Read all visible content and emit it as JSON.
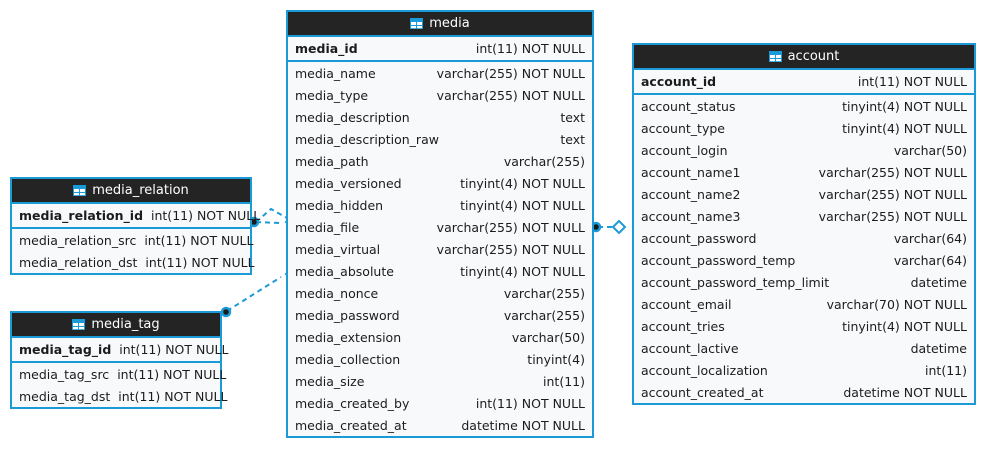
{
  "diagram": {
    "kind": "database-er-diagram",
    "background_color": "#ffffff",
    "accent_color": "#1a9ad6",
    "title_bar_color": "#242424",
    "row_background_color": "#f7f9fa",
    "text_color": "#1c1c1c"
  },
  "entities": [
    {
      "id": "media",
      "name": "media",
      "icon": "table-icon",
      "primary_key": {
        "name": "media_id",
        "type": "int(11) NOT NULL"
      },
      "columns": [
        {
          "name": "media_name",
          "type": "varchar(255) NOT NULL"
        },
        {
          "name": "media_type",
          "type": "varchar(255) NOT NULL"
        },
        {
          "name": "media_description",
          "type": "text"
        },
        {
          "name": "media_description_raw",
          "type": "text"
        },
        {
          "name": "media_path",
          "type": "varchar(255)"
        },
        {
          "name": "media_versioned",
          "type": "tinyint(4) NOT NULL"
        },
        {
          "name": "media_hidden",
          "type": "tinyint(4) NOT NULL"
        },
        {
          "name": "media_file",
          "type": "varchar(255) NOT NULL"
        },
        {
          "name": "media_virtual",
          "type": "varchar(255) NOT NULL"
        },
        {
          "name": "media_absolute",
          "type": "tinyint(4) NOT NULL"
        },
        {
          "name": "media_nonce",
          "type": "varchar(255)"
        },
        {
          "name": "media_password",
          "type": "varchar(255)"
        },
        {
          "name": "media_extension",
          "type": "varchar(50)"
        },
        {
          "name": "media_collection",
          "type": "tinyint(4)"
        },
        {
          "name": "media_size",
          "type": "int(11)"
        },
        {
          "name": "media_created_by",
          "type": "int(11) NOT NULL"
        },
        {
          "name": "media_created_at",
          "type": "datetime NOT NULL"
        }
      ]
    },
    {
      "id": "account",
      "name": "account",
      "icon": "table-icon",
      "primary_key": {
        "name": "account_id",
        "type": "int(11) NOT NULL"
      },
      "columns": [
        {
          "name": "account_status",
          "type": "tinyint(4) NOT NULL"
        },
        {
          "name": "account_type",
          "type": "tinyint(4) NOT NULL"
        },
        {
          "name": "account_login",
          "type": "varchar(50)"
        },
        {
          "name": "account_name1",
          "type": "varchar(255) NOT NULL"
        },
        {
          "name": "account_name2",
          "type": "varchar(255) NOT NULL"
        },
        {
          "name": "account_name3",
          "type": "varchar(255) NOT NULL"
        },
        {
          "name": "account_password",
          "type": "varchar(64)"
        },
        {
          "name": "account_password_temp",
          "type": "varchar(64)"
        },
        {
          "name": "account_password_temp_limit",
          "type": "datetime"
        },
        {
          "name": "account_email",
          "type": "varchar(70) NOT NULL"
        },
        {
          "name": "account_tries",
          "type": "tinyint(4) NOT NULL"
        },
        {
          "name": "account_lactive",
          "type": "datetime"
        },
        {
          "name": "account_localization",
          "type": "int(11)"
        },
        {
          "name": "account_created_at",
          "type": "datetime NOT NULL"
        }
      ]
    },
    {
      "id": "media_relation",
      "name": "media_relation",
      "icon": "table-icon",
      "primary_key": {
        "name": "media_relation_id",
        "type": "int(11) NOT NULL"
      },
      "columns": [
        {
          "name": "media_relation_src",
          "type": "int(11) NOT NULL"
        },
        {
          "name": "media_relation_dst",
          "type": "int(11) NOT NULL"
        }
      ]
    },
    {
      "id": "media_tag",
      "name": "media_tag",
      "icon": "table-icon",
      "primary_key": {
        "name": "media_tag_id",
        "type": "int(11) NOT NULL"
      },
      "columns": [
        {
          "name": "media_tag_src",
          "type": "int(11) NOT NULL"
        },
        {
          "name": "media_tag_dst",
          "type": "int(11) NOT NULL"
        }
      ]
    }
  ],
  "relationships": [
    {
      "id": "rel-media_relation-media-1",
      "from": "media_relation",
      "to": "media",
      "style": "dashed"
    },
    {
      "id": "rel-media_relation-media-2",
      "from": "media_relation",
      "to": "media",
      "style": "dashed"
    },
    {
      "id": "rel-media_tag-media",
      "from": "media_tag",
      "to": "media",
      "style": "dashed"
    },
    {
      "id": "rel-media-account",
      "from": "media",
      "to": "account",
      "style": "dashed"
    }
  ]
}
